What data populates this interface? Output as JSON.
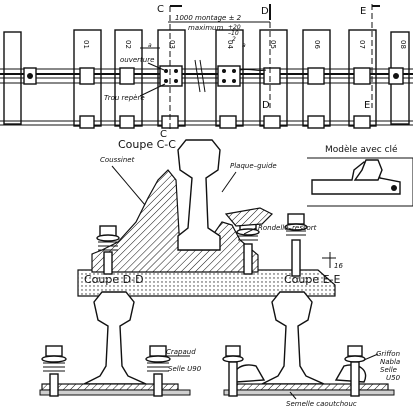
{
  "plan": {
    "section_marks": [
      "C",
      "D",
      "E",
      "C",
      "D",
      "E"
    ],
    "sleepers": [
      "01",
      "02",
      "03",
      "04",
      "05",
      "06",
      "07",
      "08"
    ],
    "dimension_text": "1000 montage ± 2",
    "dimension_sub": "maximum",
    "dimension_tol": "+20",
    "dimension_tol_sub": "–10",
    "dimension_half": "2",
    "ouverture": "ouverture",
    "trou_repere": "Trou repère",
    "small_a": "a",
    "small_b": "a"
  },
  "coupe_cc": {
    "title": "Coupe C-C",
    "coussinet": "Coussinet",
    "plaque_guide": "Plaque–guide",
    "rondelle_ressort": "Rondelle–ressort",
    "dim": "16"
  },
  "modele": {
    "title": "Modèle avec clé"
  },
  "coupe_dd": {
    "title": "Coupe D-D",
    "crapaud": "Crapaud",
    "selle": "Selle U90"
  },
  "coupe_ee": {
    "title": "Coupe E-E",
    "griffon": "Griffon",
    "nabla": "Nabla",
    "selle": "Selle",
    "selle_sub": "U50",
    "semelle": "Semelle caoutchouc"
  }
}
